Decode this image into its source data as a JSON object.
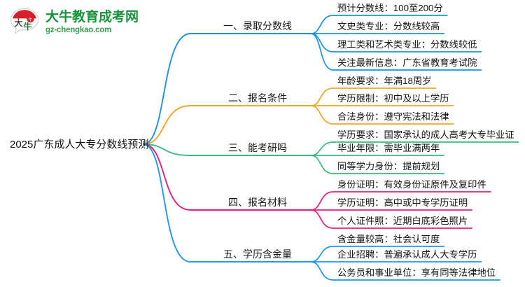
{
  "logo": {
    "name": "大牛教育成考网",
    "domain": "gz-chengkao.com",
    "mark_text": "大牛",
    "title_color": "#18913B",
    "mark_color": "#D71F27"
  },
  "mindmap": {
    "root": "2025广东成人大专分数线预测",
    "branches": [
      {
        "label": "一、录取分数线",
        "color": "#1E90F0",
        "children": [
          "预计分数线：100至200分",
          "文史类专业：分数线较高",
          "理工类和艺术类专业：分数线较低",
          "关注最新信息：广东省教育考试院"
        ]
      },
      {
        "label": "二、报名条件",
        "color": "#EFA724",
        "children": [
          "年龄要求：年满18周岁",
          "学历限制：初中及以上学历",
          "合法身份：遵守宪法和法律"
        ]
      },
      {
        "label": "三、能考研吗",
        "color": "#35BC7E",
        "children": [
          "学历要求：国家承认的成人高考大专毕业证",
          "毕业年限：需毕业满两年",
          "同等学力身份：提前规划"
        ]
      },
      {
        "label": "四、报名材料",
        "color": "#EC1C7C",
        "children": [
          "身份证明：有效身份证原件及复印件",
          "学历证明：高中或中专学历证明",
          "个人证件照：近期白底彩色照片"
        ]
      },
      {
        "label": "五、学历含金量",
        "color": "#2196F3",
        "children": [
          "含金量较高：社会认可度",
          "企业招聘：普遍承认成人大专学历",
          "公务员和事业单位：享有同等法律地位"
        ]
      }
    ]
  }
}
